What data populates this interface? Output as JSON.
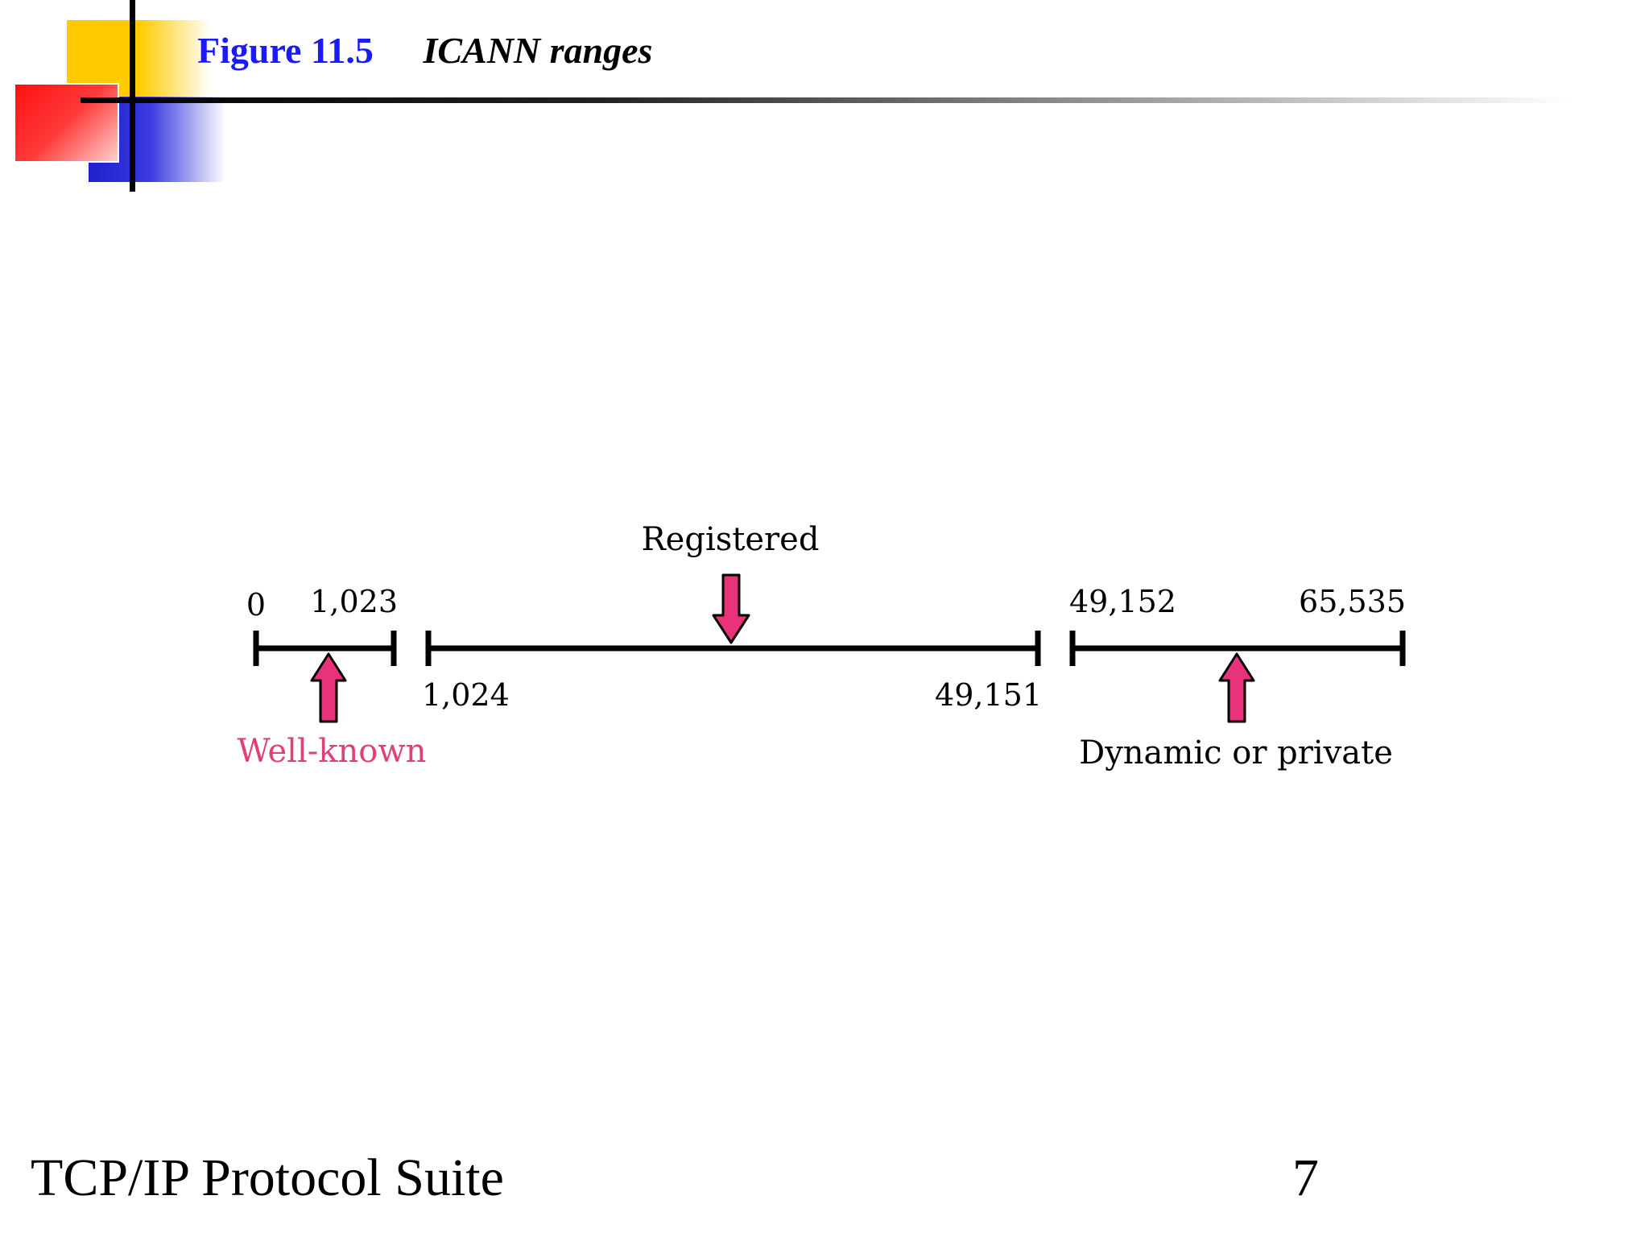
{
  "title": {
    "figure_label": "Figure 11.5",
    "caption": "ICANN ranges"
  },
  "diagram": {
    "ranges": [
      {
        "name": "Well-known",
        "start": "0",
        "end": "1,023",
        "label_color": "#e0407a"
      },
      {
        "name": "Registered",
        "start": "1,024",
        "end": "49,151",
        "label_color": "#000000"
      },
      {
        "name": "Dynamic or private",
        "start": "49,152",
        "end": "65,535",
        "label_color": "#000000"
      }
    ],
    "arrow_color": "#e8337a"
  },
  "footer": {
    "left_text": "TCP/IP Protocol Suite",
    "page_number": "7"
  }
}
